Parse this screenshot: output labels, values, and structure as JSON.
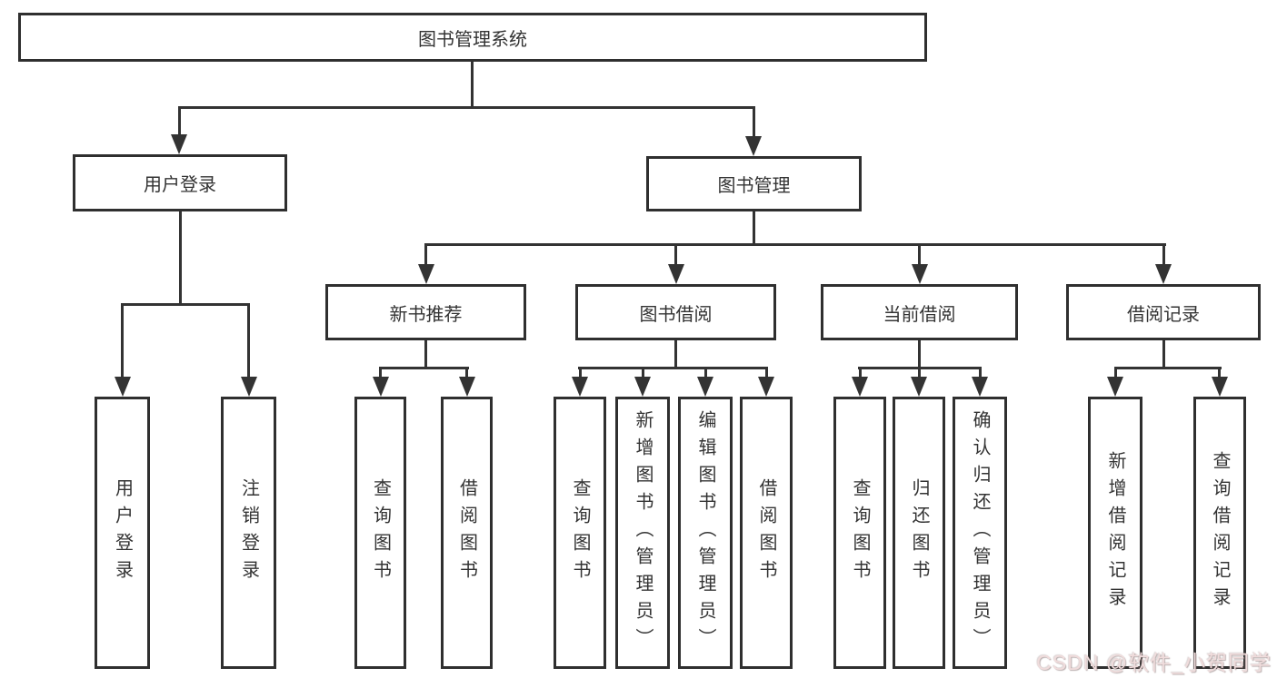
{
  "nodes": {
    "root": "图书管理系统",
    "user_login": "用户登录",
    "book_mgmt": "图书管理",
    "login_children": [
      "用户登录",
      "注销登录"
    ],
    "l3": [
      "新书推荐",
      "图书借阅",
      "当前借阅",
      "借阅记录"
    ],
    "new_book_children": [
      "查询图书",
      "借阅图书"
    ],
    "borrow_children": [
      "查询图书",
      "新增图书（管理员）",
      "编辑图书（管理员）",
      "借阅图书"
    ],
    "current_children": [
      "查询图书",
      "归还图书",
      "确认归还（管理员）"
    ],
    "record_children": [
      "新增借阅记录",
      "查询借阅记录"
    ]
  },
  "watermark": "CSDN @软件_小贺同学",
  "colors": {
    "line": "#333333",
    "box_border": "#2f2f2f",
    "box_fill": "#ffffff",
    "text": "#333333",
    "watermark": "#f0dcdc"
  }
}
